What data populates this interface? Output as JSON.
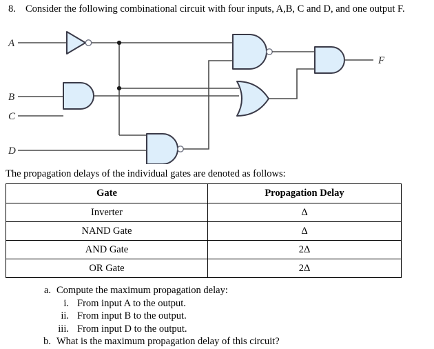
{
  "question": {
    "number": "8.",
    "text": "Consider the following combinational circuit with four inputs, A,B, C and D, and one output F."
  },
  "circuit": {
    "inputs": [
      {
        "name": "A",
        "label": "A"
      },
      {
        "name": "B",
        "label": "B"
      },
      {
        "name": "C",
        "label": "C"
      },
      {
        "name": "D",
        "label": "D"
      }
    ],
    "output": {
      "name": "F",
      "label": "F"
    },
    "gates": [
      {
        "id": "inv1",
        "type": "inverter",
        "inputs": [
          "A"
        ],
        "output": "notA"
      },
      {
        "id": "and1",
        "type": "and",
        "inputs": [
          "B",
          "C"
        ],
        "output": "BC"
      },
      {
        "id": "nand1",
        "type": "nand",
        "inputs": [
          "notA",
          "D"
        ],
        "output": "n1"
      },
      {
        "id": "nand2",
        "type": "nand",
        "inputs": [
          "notA",
          "n1"
        ],
        "output": "n2"
      },
      {
        "id": "or1",
        "type": "or",
        "inputs": [
          "notA",
          "BC"
        ],
        "output": "o1"
      },
      {
        "id": "and2",
        "type": "and",
        "inputs": [
          "n2",
          "o1"
        ],
        "output": "F"
      }
    ],
    "colors": {
      "gate_fill": "#ddeefb",
      "gate_stroke": "#3a3a48",
      "wire": "#4a4a4a",
      "label": "#222222"
    }
  },
  "table_caption": "The propagation delays of the individual gates are denoted as follows:",
  "delay_table": {
    "headers": [
      "Gate",
      "Propagation Delay"
    ],
    "rows": [
      [
        "Inverter",
        "Δ"
      ],
      [
        "NAND Gate",
        "Δ"
      ],
      [
        "AND Gate",
        "2Δ"
      ],
      [
        "OR Gate",
        "2Δ"
      ]
    ]
  },
  "sub_questions": [
    {
      "marker": "a.",
      "level": 1,
      "text": "Compute the maximum propagation delay:"
    },
    {
      "marker": "i.",
      "level": 2,
      "text": "From input A to the output."
    },
    {
      "marker": "ii.",
      "level": 2,
      "text": "From input B to the output."
    },
    {
      "marker": "iii.",
      "level": 2,
      "text": "From input D to the output."
    },
    {
      "marker": "b.",
      "level": 1,
      "text": "What is the maximum propagation delay of this circuit?"
    }
  ]
}
